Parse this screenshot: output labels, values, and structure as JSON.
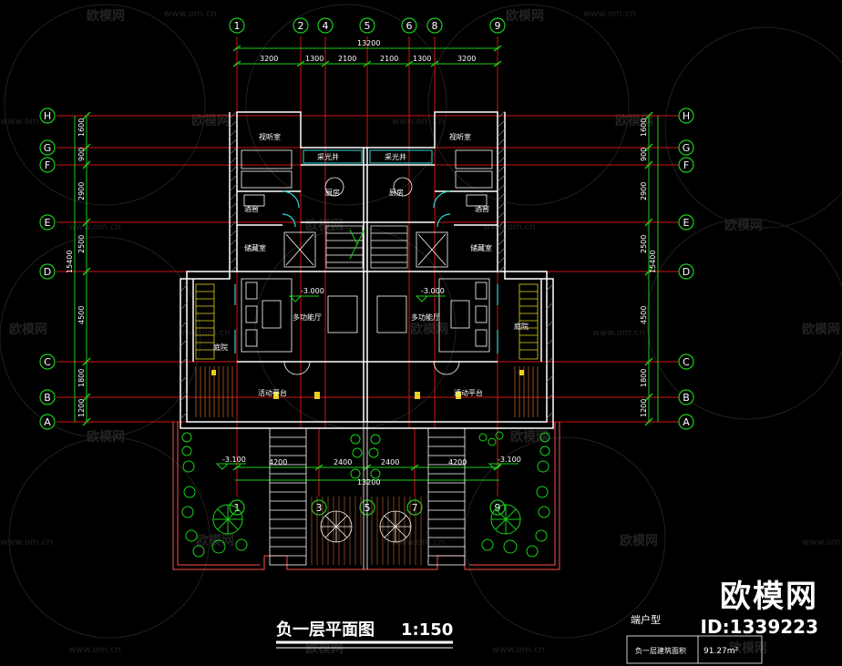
{
  "watermark": {
    "logo": "欧模网",
    "url": "www.om.cn"
  },
  "grid": {
    "cols": [
      "1",
      "2",
      "4",
      "5",
      "6",
      "8",
      "9"
    ],
    "cols_bottom": [
      "1",
      "3",
      "5",
      "7",
      "9"
    ],
    "rows": [
      "H",
      "G",
      "F",
      "E",
      "D",
      "C",
      "B",
      "A"
    ]
  },
  "dims": {
    "top_total": "13200",
    "top": [
      "3200",
      "1300",
      "2100",
      "2100",
      "1300",
      "3200"
    ],
    "bottom_total": "13200",
    "bottom": [
      "4200",
      "2400",
      "2400",
      "4200"
    ],
    "side_total": "15400",
    "side": [
      "1600",
      "900",
      "2900",
      "2500",
      "4500",
      "1800",
      "1200"
    ]
  },
  "rooms": {
    "audiovisual": "视听室",
    "lightwell": "采光井",
    "kitchen": "厨房",
    "wine_cellar": "酒窖",
    "storage": "储藏室",
    "multi_hall": "多功能厅",
    "garden": "庭院",
    "terrace": "活动平台",
    "terrace_r": "活动平台"
  },
  "elevations": {
    "hall": "-3.000",
    "yard": "-3.100"
  },
  "title": {
    "main": "负一层平面图",
    "scale": "1:150"
  },
  "info": {
    "type": "端户型",
    "area_label": "负一层建筑面积",
    "area_value": "91.27m²"
  },
  "brand": {
    "name": "欧模网",
    "id": "ID:1339223"
  }
}
